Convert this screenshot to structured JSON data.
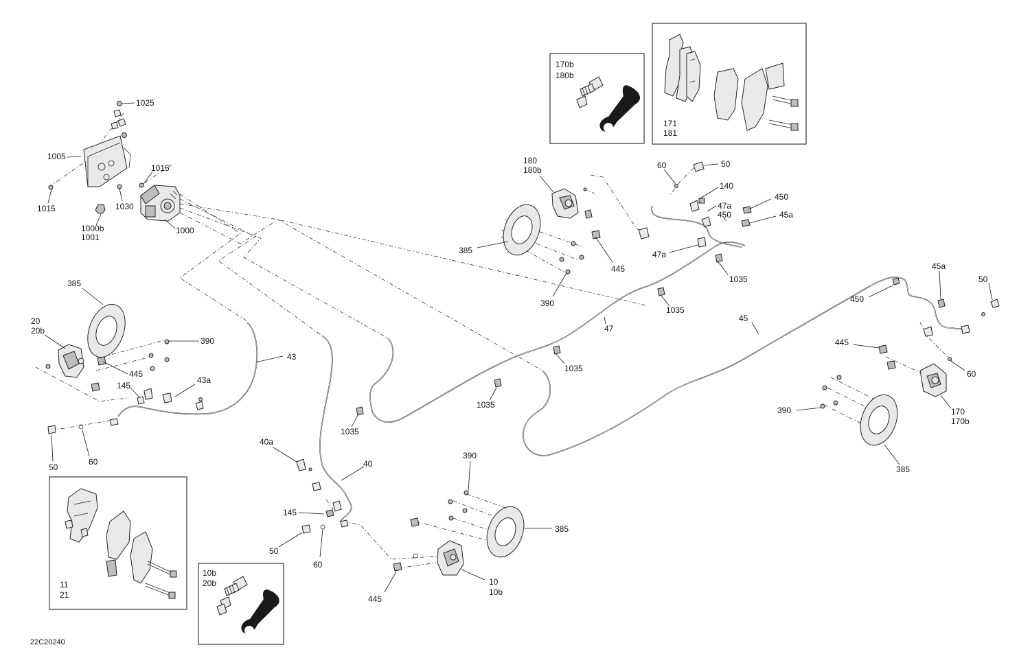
{
  "drawing_code": "22C20240",
  "labels": {
    "l1025": "1025",
    "l1005": "1005",
    "l1015a": "1015",
    "l1015b": "1015",
    "l1030": "1030",
    "l1000b": "1000b",
    "l1001": "1001",
    "l1000": "1000",
    "l170b": "170b",
    "l180b_box": "180b",
    "l171": "171",
    "l181": "181",
    "l180": "180",
    "l180b": "180b",
    "l385_fr": "385",
    "l445_fr": "445",
    "l390_fr": "390",
    "l60_fr": "60",
    "l50_fr": "50",
    "l140": "140",
    "l47a_1": "47a",
    "l450_1": "450",
    "l450_2": "450",
    "l45a_1": "45a",
    "l47a_2": "47a",
    "l1035_1": "1035",
    "l1035_2": "1035",
    "l47": "47",
    "l45": "45",
    "l1035_3": "1035",
    "l1035_4": "1035",
    "l1035_5": "1035",
    "l450_3": "450",
    "l45a_2": "45a",
    "l50_rr": "50",
    "l445_rr": "445",
    "l60_rr": "60",
    "l170": "170",
    "l390_rr": "390",
    "l385_rr": "385",
    "l385_fl": "385",
    "l20": "20",
    "l20b": "20b",
    "l390_fl": "390",
    "l43": "43",
    "l445_fl": "445",
    "l145_fl": "145",
    "l43a": "43a",
    "l50_fl": "50",
    "l60_fl": "60",
    "l11": "11",
    "l21": "21",
    "l10b_box": "10b",
    "l20b_box": "20b",
    "l40a": "40a",
    "l40": "40",
    "l145_rl": "145",
    "l50_rl": "50",
    "l60_rl": "60",
    "l445_rl": "445",
    "l390_rl": "390",
    "l385_rl": "385",
    "l10": "10",
    "l10b": "10b"
  }
}
